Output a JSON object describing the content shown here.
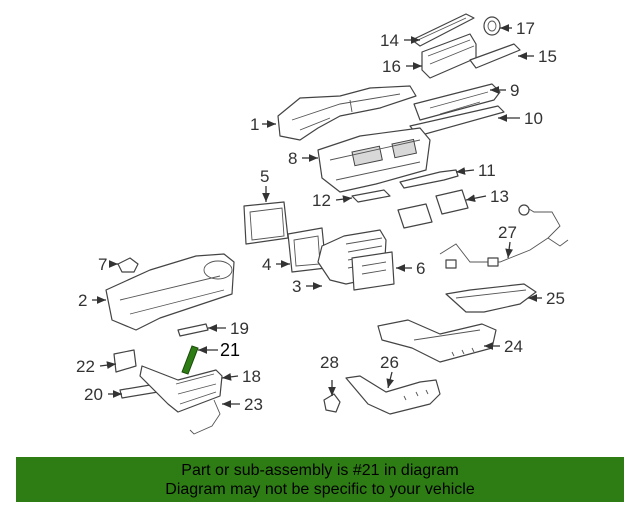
{
  "callouts": [
    "1",
    "2",
    "3",
    "4",
    "5",
    "6",
    "7",
    "8",
    "9",
    "10",
    "11",
    "12",
    "13",
    "14",
    "15",
    "16",
    "17",
    "18",
    "19",
    "20",
    "21",
    "22",
    "23",
    "24",
    "25",
    "26",
    "27",
    "28"
  ],
  "highlight": {
    "part_number": "21",
    "color": "#2e7d14"
  },
  "banner": {
    "line1": "Part or sub-assembly is #21 in diagram",
    "line2": "Diagram may not be specific to your vehicle",
    "color": "#2e7d14"
  }
}
